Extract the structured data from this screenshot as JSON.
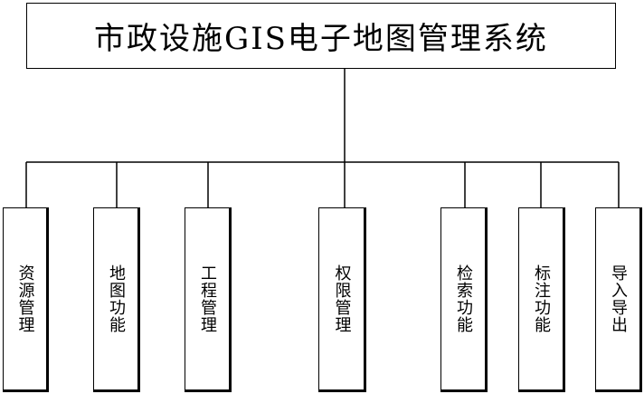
{
  "diagram": {
    "title": "市政设施GIS电子地图管理系统",
    "modules": [
      {
        "label": "资源管理"
      },
      {
        "label": "地图功能"
      },
      {
        "label": "工程管理"
      },
      {
        "label": "权限管理"
      },
      {
        "label": "检索功能"
      },
      {
        "label": "标注功能"
      },
      {
        "label": "导入导出"
      }
    ]
  }
}
